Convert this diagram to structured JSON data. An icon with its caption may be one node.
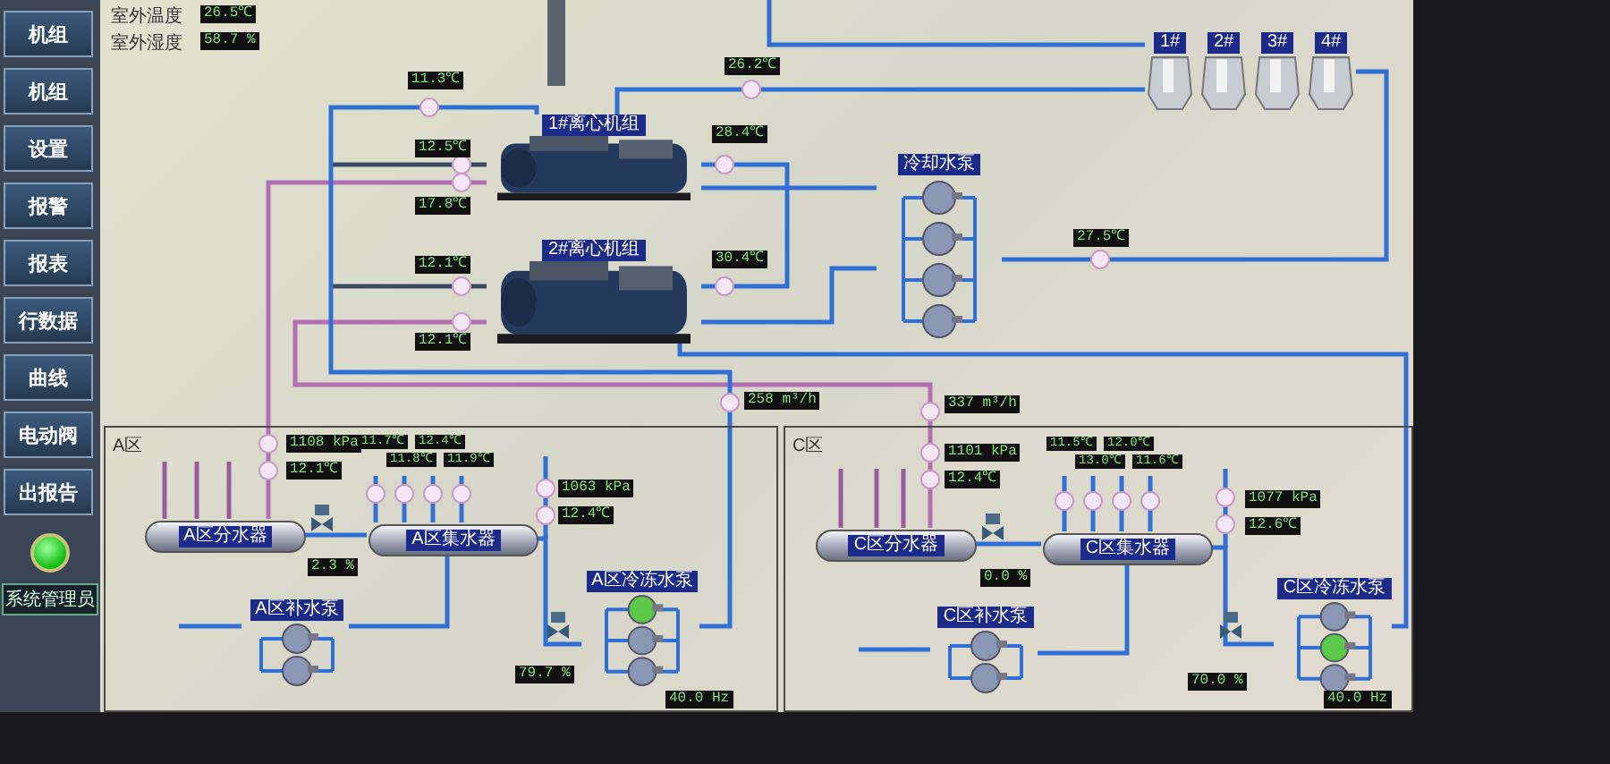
{
  "diagram": {
    "nodes": [
      {
        "text": [
          "1#离心机组"
        ]
      },
      {
        "text": [
          "2#离心机组"
        ]
      },
      {
        "text": [
          "冷却水泵"
        ]
      },
      {
        "text": [
          "1#"
        ]
      },
      {
        "text": [
          "2#"
        ]
      },
      {
        "text": [
          "3#"
        ]
      },
      {
        "text": [
          "4#"
        ]
      },
      {
        "text": [
          "A区"
        ]
      },
      {
        "text": [
          "A区分水器"
        ],
        "in": 7
      },
      {
        "text": [
          "A区集水器"
        ],
        "in": 7
      },
      {
        "text": [
          "A区补水泵"
        ],
        "in": 7
      },
      {
        "text": [
          "A区冷冻水泵"
        ],
        "in": 7
      },
      {
        "text": [
          "C区"
        ]
      },
      {
        "text": [
          "C区分水器"
        ],
        "in": 12
      },
      {
        "text": [
          "C区集水器"
        ],
        "in": 12
      },
      {
        "text": [
          "C区补水泵"
        ],
        "in": 12
      },
      {
        "text": [
          "C区冷冻水泵"
        ],
        "in": 12
      }
    ],
    "edges": [
      {
        "from": 0,
        "to": 2,
        "arrow": "none"
      },
      {
        "from": 1,
        "to": 2,
        "arrow": "none"
      },
      {
        "from": 2,
        "to": 6,
        "arrow": "none"
      },
      {
        "from": 3,
        "to": 0,
        "arrow": "none"
      },
      {
        "from": 0,
        "to": 8,
        "arrow": "none",
        "color": "#b36fb3"
      },
      {
        "from": 1,
        "to": 13,
        "arrow": "none",
        "color": "#b36fb3"
      },
      {
        "from": 8,
        "to": 9,
        "arrow": "none"
      },
      {
        "from": 9,
        "to": 11,
        "arrow": "none"
      },
      {
        "from": 11,
        "to": 0,
        "arrow": "none"
      },
      {
        "from": 13,
        "to": 14,
        "arrow": "none"
      },
      {
        "from": 14,
        "to": 16,
        "arrow": "none"
      },
      {
        "from": 16,
        "to": 1,
        "arrow": "none"
      },
      {
        "from": 10,
        "to": 9,
        "arrow": "none"
      },
      {
        "from": 15,
        "to": 14,
        "arrow": "none"
      }
    ],
    "labels": [
      "机组",
      "机组",
      "设置",
      "报警",
      "报表",
      "行数据",
      "曲线",
      "电动阀",
      "出报告",
      "系统管理员",
      "室外温度",
      "26.5℃",
      "室外湿度",
      "58.7 %",
      "11.3℃",
      "26.2℃",
      "12.5℃",
      "28.4℃",
      "17.8℃",
      "12.1℃",
      "30.4℃",
      "12.1℃",
      "27.5℃",
      "258 m³/h",
      "337 m³/h",
      "1108 kPa",
      "12.1℃",
      "11.7℃",
      "11.8℃",
      "12.4℃",
      "11.9℃",
      "2.3 %",
      "1063 kPa",
      "12.4℃",
      "79.7 %",
      "40.0 Hz",
      "1101 kPa",
      "12.4℃",
      "11.5℃",
      "13.0℃",
      "12.0℃",
      "11.6℃",
      "0.0 %",
      "1077 kPa",
      "12.6℃",
      "70.0 %",
      "40.0 Hz"
    ]
  }
}
